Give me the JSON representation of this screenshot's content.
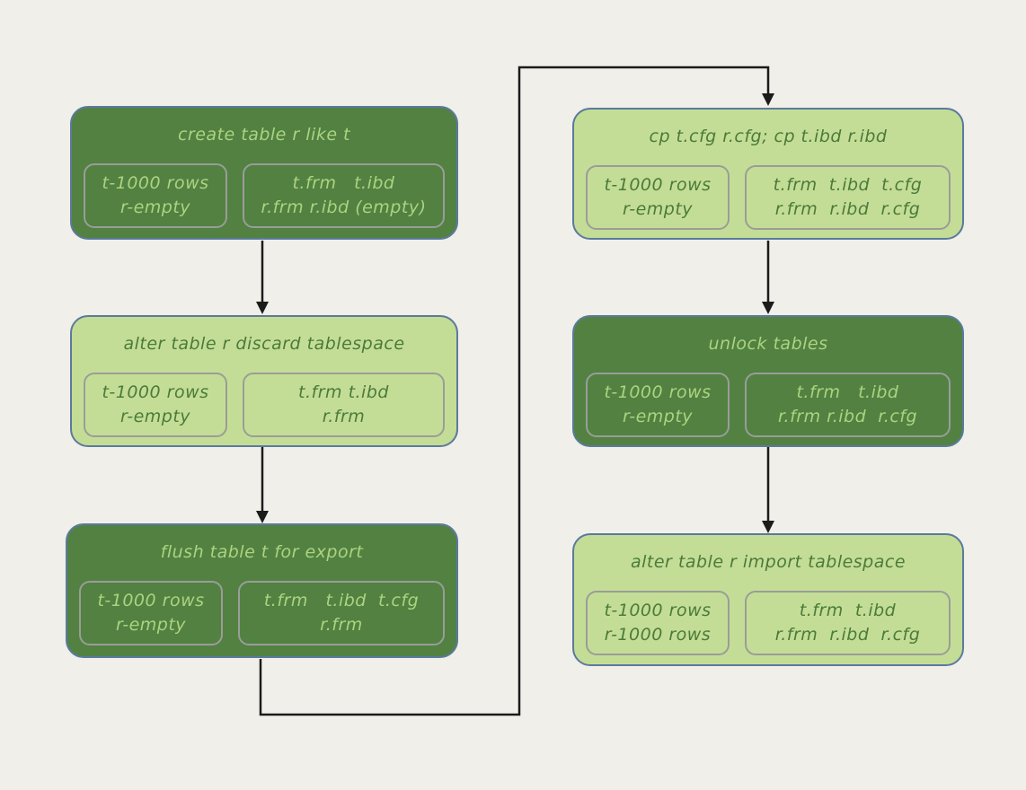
{
  "diagram": {
    "colors": {
      "page_bg": "#f1efe9",
      "dark_fill": "#528142",
      "light_fill": "#c4dd96",
      "dark_text": "#abd47f",
      "light_text": "#4a7b39",
      "box_border": "#5b7a9d",
      "subbox_border": "#9a9d98",
      "arrow": "#1b1b1b"
    },
    "nodes": [
      {
        "id": "create-table",
        "variant": "dark",
        "title": "create table r like t",
        "row_state": [
          "t-1000 rows",
          "r-empty"
        ],
        "file_state": [
          "t.frm   t.ibd",
          "r.frm r.ibd (empty)"
        ]
      },
      {
        "id": "discard-tablespace",
        "variant": "light",
        "title": "alter table r discard tablespace",
        "row_state": [
          "t-1000 rows",
          "r-empty"
        ],
        "file_state": [
          "t.frm t.ibd",
          "r.frm"
        ]
      },
      {
        "id": "flush-table",
        "variant": "dark",
        "title": "flush table t for export",
        "row_state": [
          "t-1000 rows",
          "r-empty"
        ],
        "file_state": [
          "t.frm   t.ibd  t.cfg",
          "r.frm"
        ]
      },
      {
        "id": "copy-files",
        "variant": "light",
        "title": "cp t.cfg r.cfg; cp t.ibd r.ibd",
        "row_state": [
          "t-1000 rows",
          "r-empty"
        ],
        "file_state": [
          "t.frm  t.ibd  t.cfg",
          "r.frm  r.ibd  r.cfg"
        ]
      },
      {
        "id": "unlock-tables",
        "variant": "dark",
        "title": "unlock tables",
        "row_state": [
          "t-1000 rows",
          "r-empty"
        ],
        "file_state": [
          "t.frm   t.ibd",
          "r.frm r.ibd  r.cfg"
        ]
      },
      {
        "id": "import-tablespace",
        "variant": "light",
        "title": "alter table r import tablespace",
        "row_state": [
          "t-1000 rows",
          "r-1000 rows"
        ],
        "file_state": [
          "t.frm  t.ibd",
          "r.frm  r.ibd  r.cfg"
        ]
      }
    ]
  }
}
